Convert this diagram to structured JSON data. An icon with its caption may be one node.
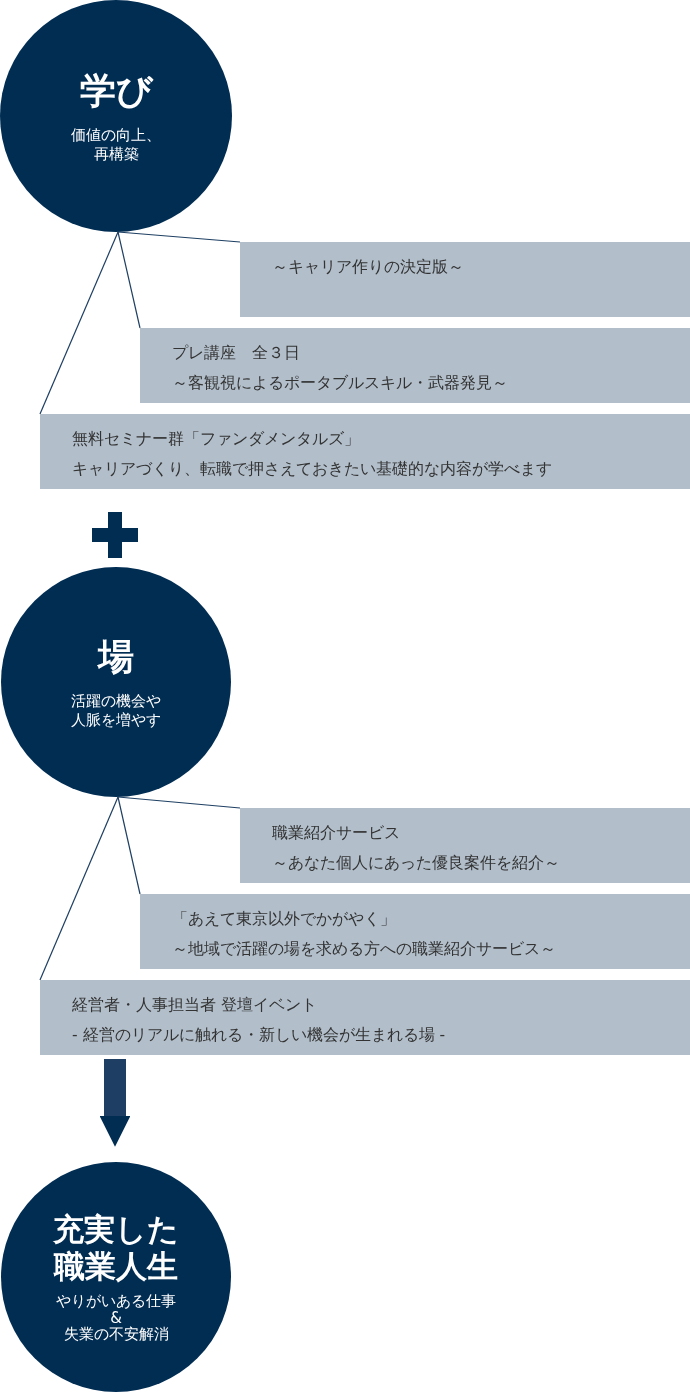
{
  "diagram": {
    "nodes": [
      {
        "text": [
          "学び",
          "価値の向上、再構築"
        ]
      },
      {
        "text": [
          "～キャリア作りの決定版～"
        ]
      },
      {
        "text": [
          "プレ講座　全３日",
          "～客観視によるポータブルスキル・武器発見～"
        ]
      },
      {
        "text": [
          "無料セミナー群「ファンダメンタルズ」",
          "キャリアづくり、転職で押さえておきたい基礎的な内容が学べます"
        ]
      },
      {
        "text": [
          "場",
          "活躍の機会や人脈を増やす"
        ]
      },
      {
        "text": [
          "職業紹介サービス",
          "～あなた個人にあった優良案件を紹介～"
        ]
      },
      {
        "text": [
          "「あえて東京以外でかがやく」",
          "～地域で活躍の場を求める方への職業紹介サービス～"
        ]
      },
      {
        "text": [
          "経営者・人事担当者 登壇イベント",
          "- 経営のリアルに触れる・新しい機会が生まれる場 -"
        ]
      },
      {
        "text": [
          "充実した職業人生",
          "やりがいある仕事",
          "&",
          "失業の不安解消"
        ]
      }
    ],
    "edges": [
      {
        "from": 0,
        "to": 1,
        "arrow": "none"
      },
      {
        "from": 0,
        "to": 2,
        "arrow": "none"
      },
      {
        "from": 0,
        "to": 3,
        "arrow": "none"
      },
      {
        "from": 4,
        "to": 5,
        "arrow": "none"
      },
      {
        "from": 4,
        "to": 6,
        "arrow": "none"
      },
      {
        "from": 4,
        "to": 7,
        "arrow": "none"
      },
      {
        "from": 7,
        "to": 8,
        "arrow": "to",
        "style": "thick"
      }
    ]
  }
}
